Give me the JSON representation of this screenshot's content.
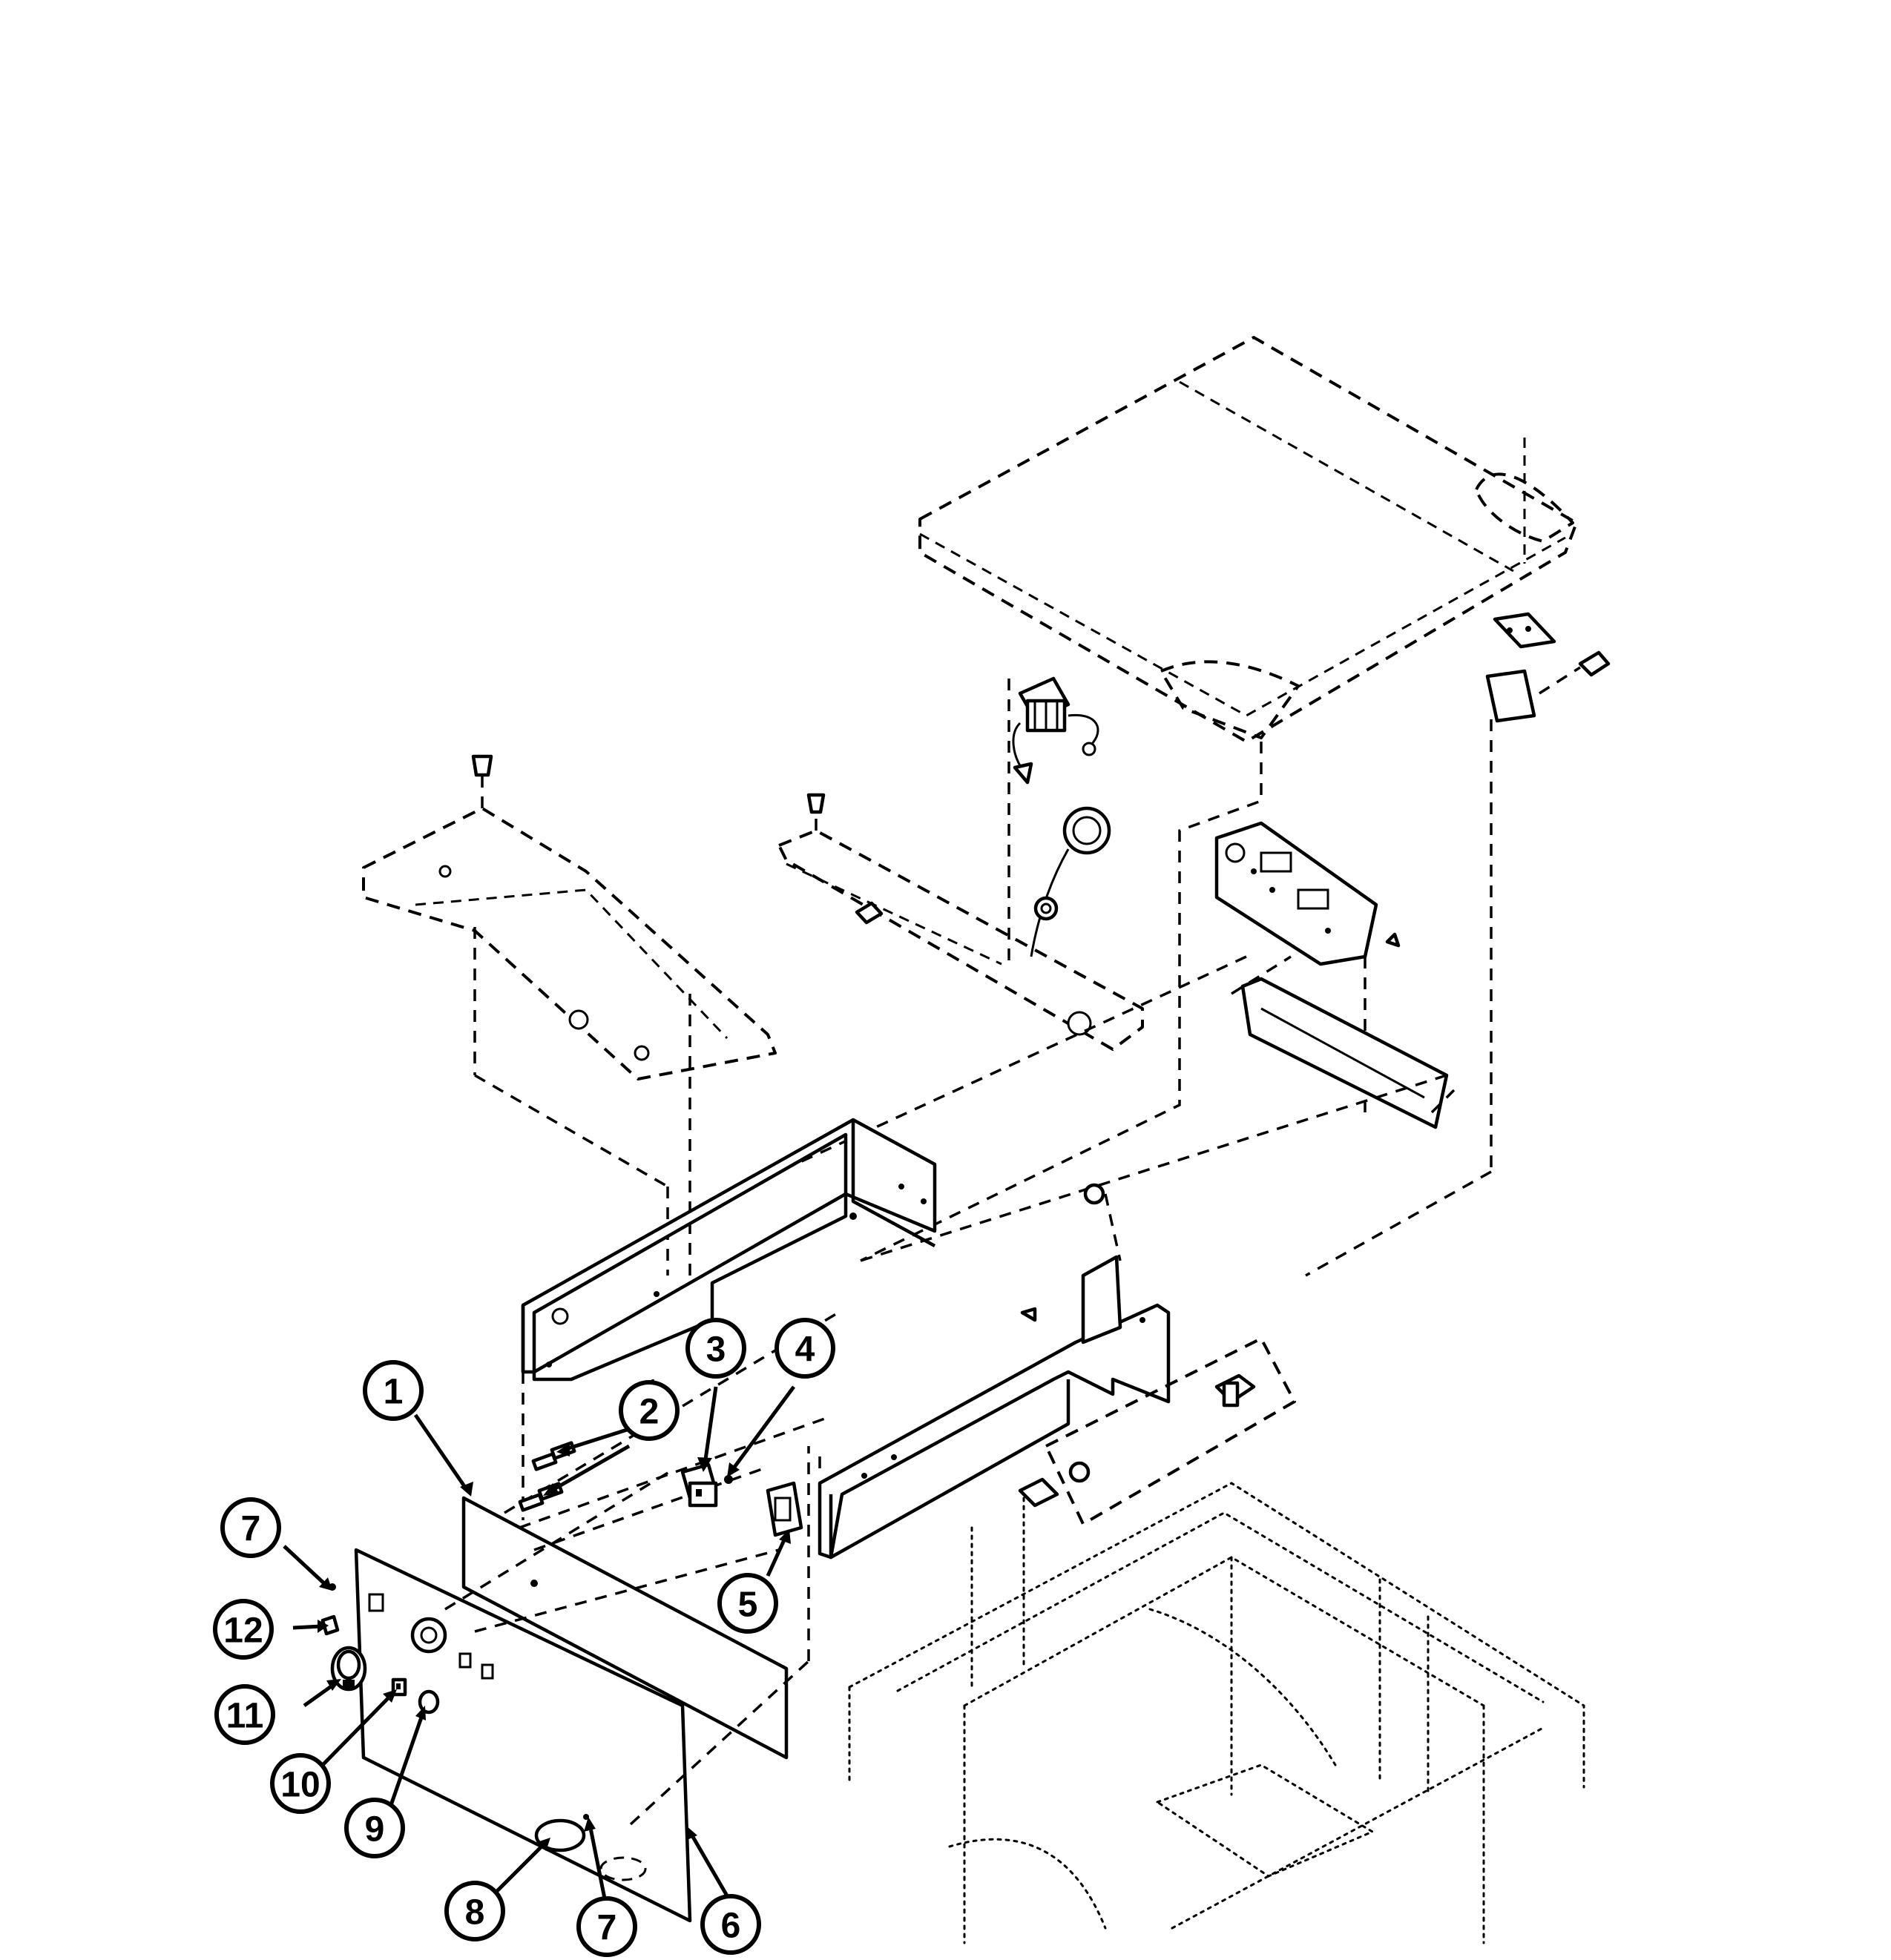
{
  "callouts": [
    {
      "id": "c1",
      "label": "1"
    },
    {
      "id": "c2",
      "label": "2"
    },
    {
      "id": "c3",
      "label": "3"
    },
    {
      "id": "c4",
      "label": "4"
    },
    {
      "id": "c5",
      "label": "5"
    },
    {
      "id": "c6",
      "label": "6"
    },
    {
      "id": "c7a",
      "label": "7"
    },
    {
      "id": "c7b",
      "label": "7"
    },
    {
      "id": "c8",
      "label": "8"
    },
    {
      "id": "c9",
      "label": "9"
    },
    {
      "id": "c10",
      "label": "10"
    },
    {
      "id": "c11",
      "label": "11"
    },
    {
      "id": "c12",
      "label": "12"
    }
  ]
}
